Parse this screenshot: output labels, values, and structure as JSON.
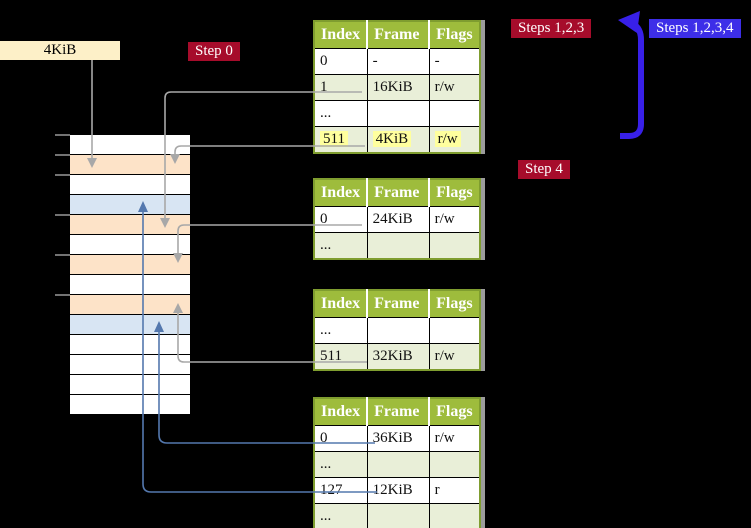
{
  "labels": {
    "frame_size": "4KiB",
    "step0": "Step 0",
    "steps123": "Steps 1,2,3",
    "steps1234": "Steps 1,2,3,4",
    "step4": "Step 4"
  },
  "columns": [
    "Index",
    "Frame",
    "Flags"
  ],
  "tables": [
    {
      "rows": [
        [
          "0",
          "-",
          "-"
        ],
        [
          "1",
          "16KiB",
          "r/w"
        ],
        [
          "...",
          "",
          ""
        ],
        [
          "511",
          "4KiB",
          "r/w"
        ]
      ],
      "highlighted_row": "511 | 4KiB | r/w"
    },
    {
      "rows": [
        [
          "0",
          "24KiB",
          "r/w"
        ],
        [
          "...",
          "",
          ""
        ]
      ]
    },
    {
      "rows": [
        [
          "...",
          "",
          ""
        ],
        [
          "511",
          "32KiB",
          "r/w"
        ]
      ]
    },
    {
      "rows": [
        [
          "0",
          "36KiB",
          "r/w"
        ],
        [
          "...",
          "",
          ""
        ],
        [
          "127",
          "12KiB",
          "r"
        ],
        [
          "...",
          "",
          ""
        ]
      ]
    }
  ],
  "memory": {
    "frame_row_colors": [
      "white",
      "peach",
      "white",
      "blue",
      "peach",
      "white",
      "peach",
      "white",
      "peach",
      "blue",
      "white",
      "white",
      "white",
      "white"
    ]
  },
  "connections": [
    "4KiB label -> peach frame row 2",
    "table1 index 1 (16KiB) -> peach frame row 5",
    "table1 index 511 (4KiB) -> peach frame row 2",
    "table2 index 0 (24KiB) -> peach frame row 7",
    "table3 index 511 (32KiB) -> peach frame row 9",
    "table4 index 0 (36KiB) -> blue frame row 10",
    "table4 index 127 (12KiB) -> blue frame row 4",
    "big blue arrow: Step 4 area -> Steps 1,2,3 label"
  ],
  "colors": {
    "background": "#000000",
    "table_header_green": "#9ebc3c",
    "table_border_olive": "#7f9d2f",
    "row_light_green": "#e9efd8",
    "row_white": "#ffffff",
    "frame_peach": "#fde3c8",
    "frame_blue": "#d8e5f3",
    "highlight_yellow": "#ffff9e",
    "label_cream": "#fdf0c8",
    "label_red": "#a60c2b",
    "label_blue": "#3d2ee8",
    "arrow_gray": "#a8a8a8",
    "arrow_blue": "#5478ae",
    "big_arrow_blue": "#3820e8",
    "tick_gray": "#737373",
    "table_shadow_gray": "#9c9c9c"
  }
}
